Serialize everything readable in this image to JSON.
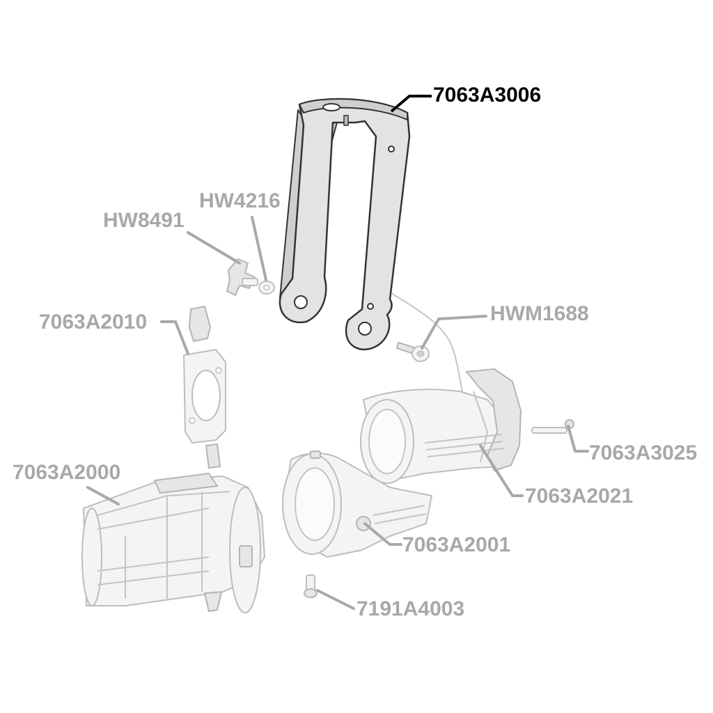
{
  "parts": {
    "highlighted": {
      "id": "7063A3006"
    },
    "labels": [
      {
        "key": "hw8491",
        "text": "HW8491"
      },
      {
        "key": "hw4216",
        "text": "HW4216"
      },
      {
        "key": "a2010",
        "text": "7063A2010"
      },
      {
        "key": "hwm1688",
        "text": "HWM1688"
      },
      {
        "key": "a3025",
        "text": "7063A3025"
      },
      {
        "key": "a2000",
        "text": "7063A2000"
      },
      {
        "key": "a2021",
        "text": "7063A2021"
      },
      {
        "key": "a2001",
        "text": "7063A2001"
      },
      {
        "key": "a4003",
        "text": "7191A4003"
      }
    ]
  },
  "colors": {
    "highlight_text": "#000000",
    "label_text": "#a8a8a8",
    "highlight_part_fill": "#e3e3e3",
    "ghost_part_fill": "#f4f4f4"
  }
}
